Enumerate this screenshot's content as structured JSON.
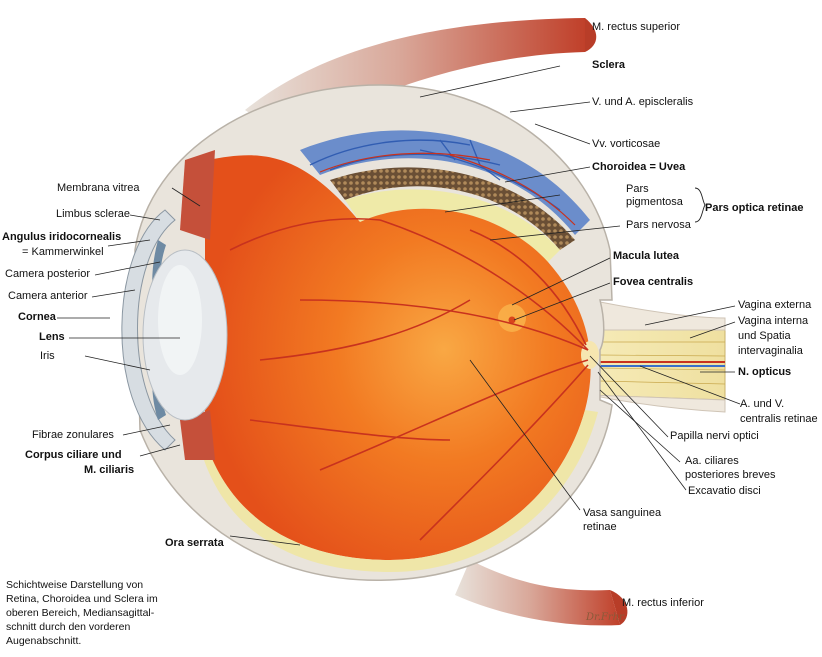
{
  "labels": {
    "m_rectus_superior": "M. rectus superior",
    "sclera": "Sclera",
    "v_a_episcleralis": "V. und A. episcleralis",
    "vv_vorticosae": "Vv. vorticosae",
    "choroidea": "Choroidea = Uvea",
    "pars_pigmentosa_1": "Pars",
    "pars_pigmentosa_2": "pigmentosa",
    "pars_optica": "Pars optica retinae",
    "pars_nervosa": "Pars nervosa",
    "macula": "Macula lutea",
    "fovea": "Fovea centralis",
    "vagina_externa": "Vagina externa",
    "vagina_interna_1": "Vagina interna",
    "vagina_interna_2": "und Spatia",
    "vagina_interna_3": "intervaginalia",
    "n_opticus": "N. opticus",
    "a_v_centralis_1": "A. und V.",
    "a_v_centralis_2": "centralis retinae",
    "papilla": "Papilla nervi optici",
    "aa_ciliares_1": "Aa. ciliares",
    "aa_ciliares_2": "posteriores breves",
    "excavatio": "Excavatio disci",
    "vasa_1": "Vasa sanguinea",
    "vasa_2": "retinae",
    "ora_serrata": "Ora serrata",
    "m_rectus_inferior": "M. rectus inferior",
    "membrana_vitrea": "Membrana vitrea",
    "limbus": "Limbus sclerae",
    "angulus_1": "Angulus iridocornealis",
    "angulus_2": "= Kammerwinkel",
    "camera_posterior": "Camera posterior",
    "camera_anterior": "Camera anterior",
    "cornea": "Cornea",
    "lens": "Lens",
    "iris": "Iris",
    "fibrae": "Fibrae zonulares",
    "corpus_1": "Corpus ciliare und",
    "corpus_2": "M. ciliaris"
  },
  "caption": [
    "Schichtweise Darstellung von",
    "Retina, Choroidea und Sclera im",
    "oberen Bereich, Mediansagittal-",
    "schnitt durch den vorderen",
    "Augenabschnitt."
  ],
  "signature": "Dr.Frhr.",
  "colors": {
    "retina_orange": "#f0641a",
    "fundus_center": "#f89a3a",
    "sclera": "#e9e4dc",
    "choroid_blue": "#3a6fc9",
    "vessel_red": "#c8321e",
    "muscle_red": "#c24a32",
    "lens_gray": "#dfe3e6",
    "nerve_yellow": "#f3e9b0"
  }
}
